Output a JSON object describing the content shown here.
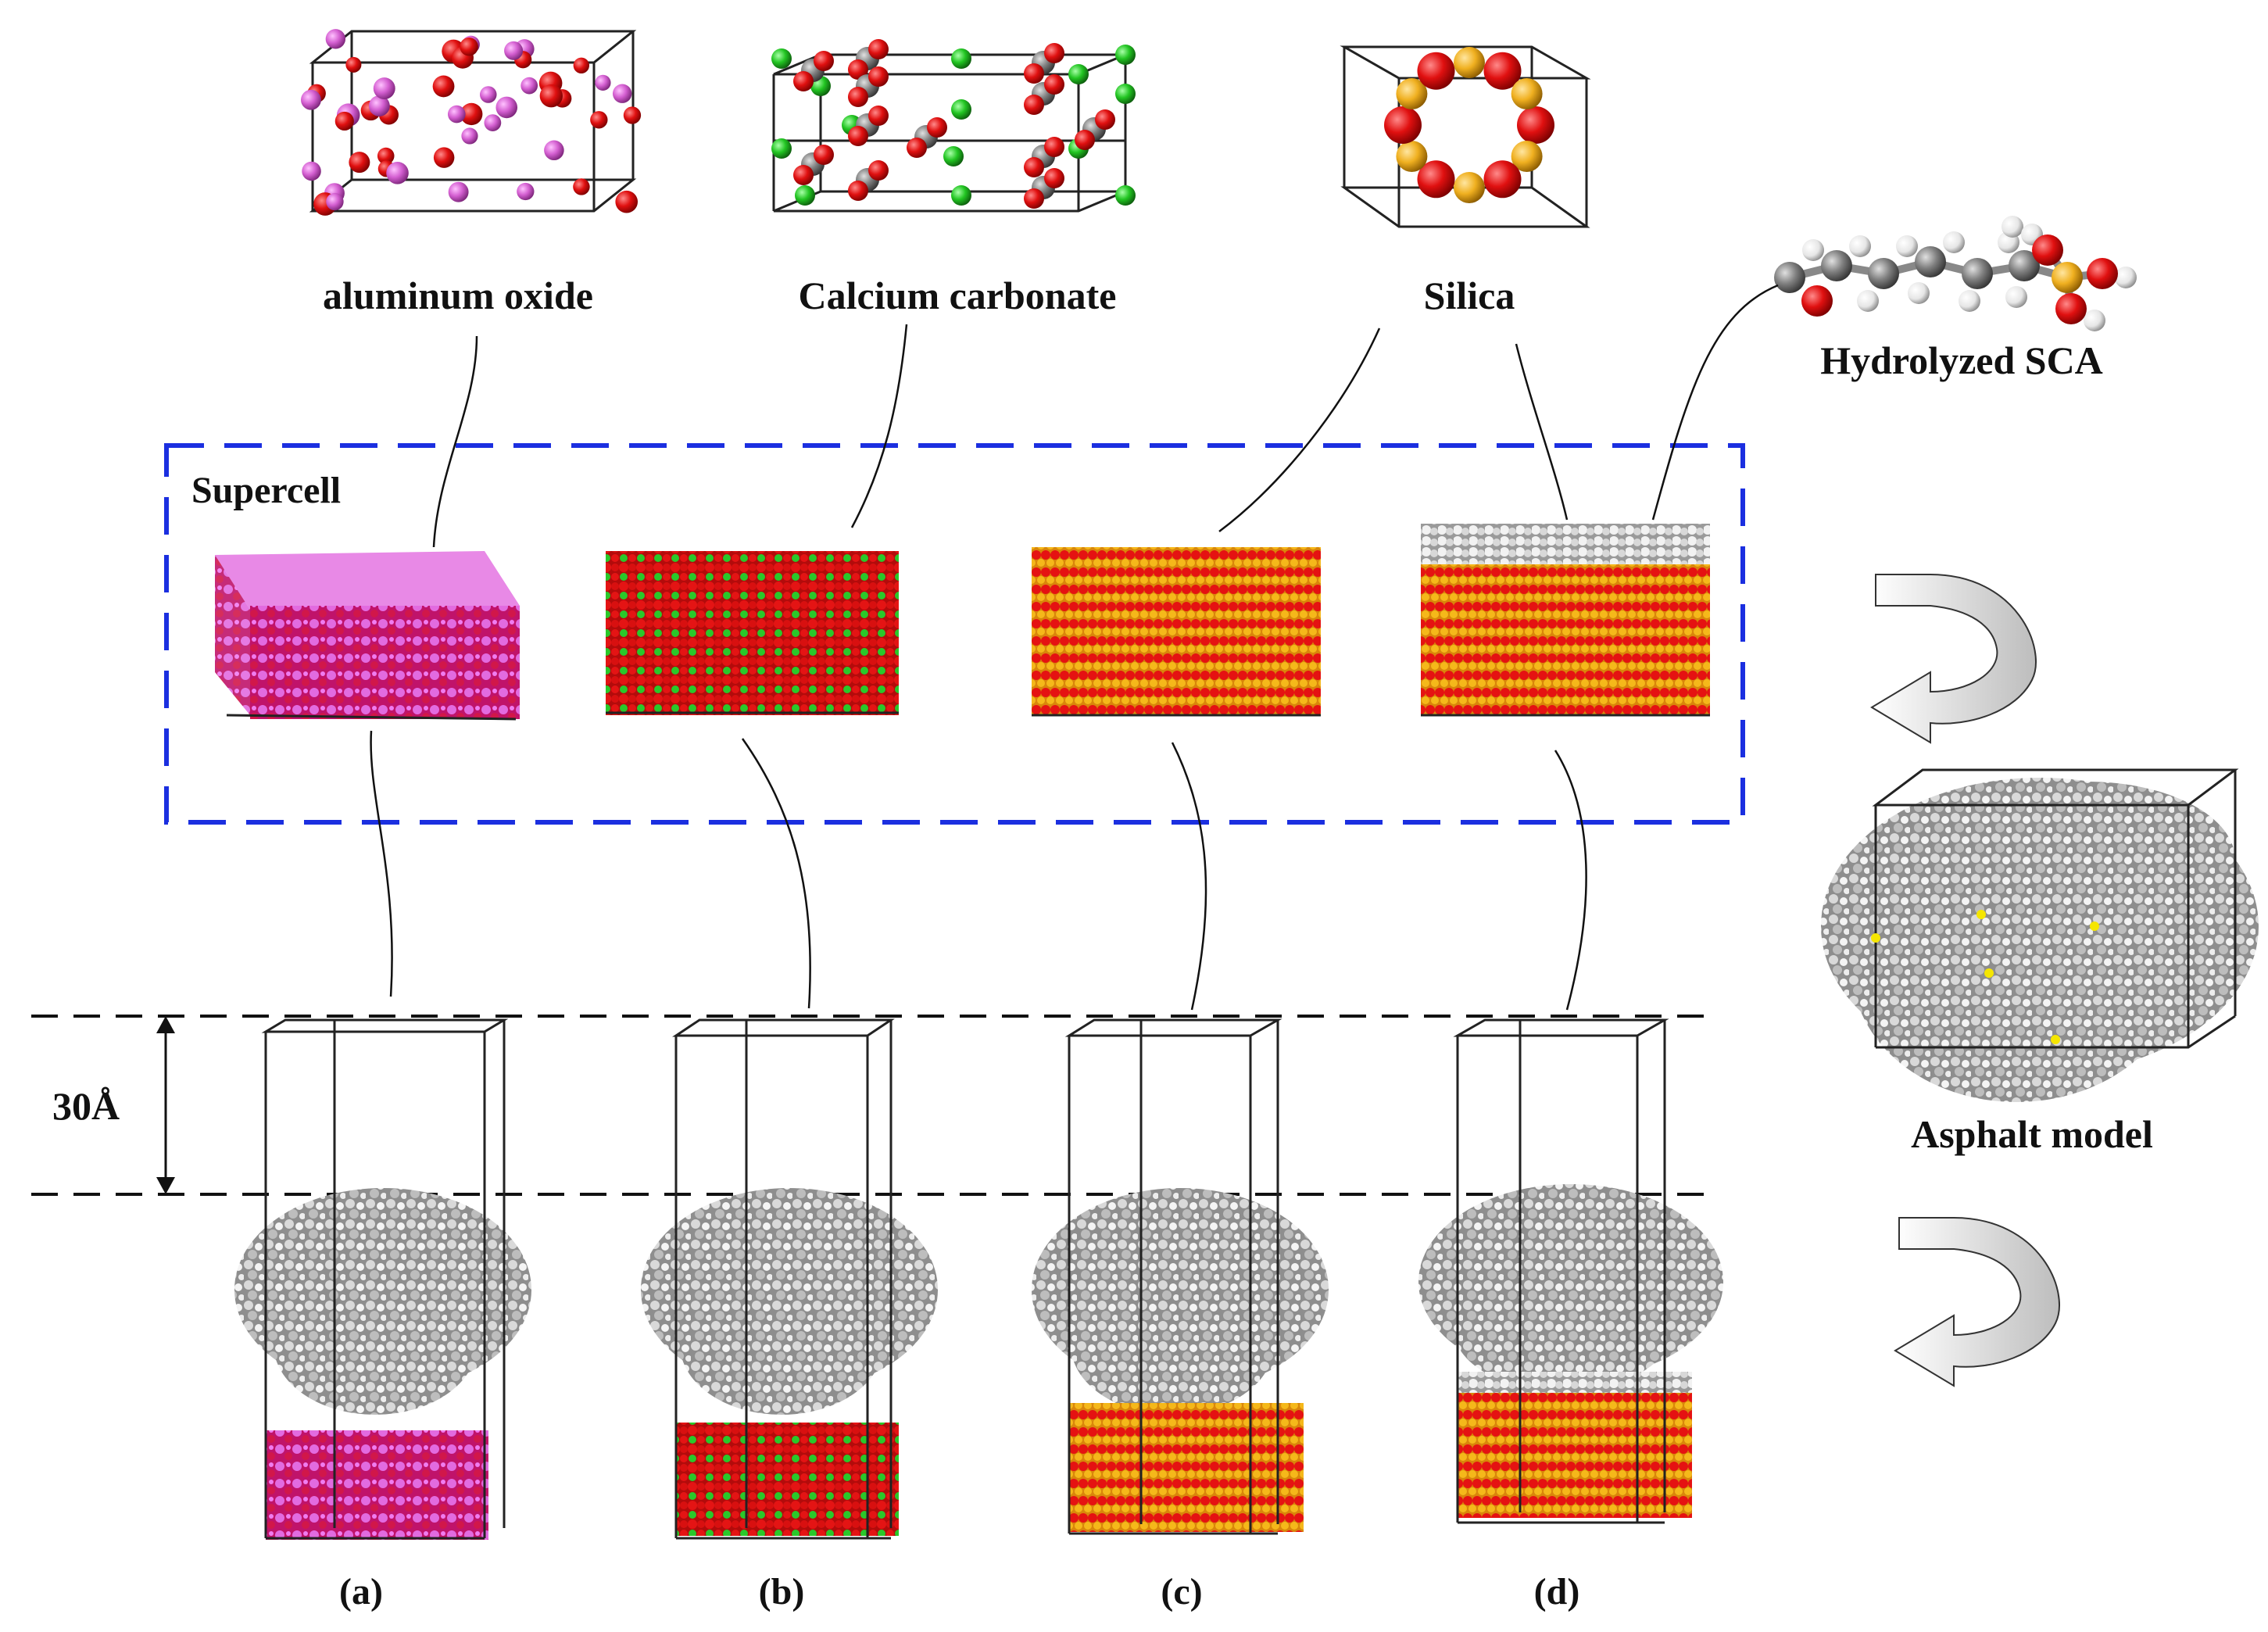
{
  "labels": {
    "aluminum_oxide": "aluminum oxide",
    "calcium_carbonate": "Calcium carbonate",
    "silica": "Silica",
    "hydrolyzed_sca": "Hydrolyzed SCA",
    "supercell": "Supercell",
    "asphalt_model": "Asphalt model",
    "spacing": "30Å",
    "panel_a": "(a)",
    "panel_b": "(b)",
    "panel_c": "(c)",
    "panel_d": "(d)"
  },
  "colors": {
    "aluminum": "#d45fd1",
    "oxygen": "#e01010",
    "calcium": "#22c522",
    "carbon": "#808080",
    "silicon": "#f0b020",
    "hydrogen": "#f2f2f2",
    "asphalt_atom": "#c8c8c8",
    "sulfur": "#f5e600",
    "supercell_border": "#1b2fe0",
    "guide_line": "#111111"
  }
}
